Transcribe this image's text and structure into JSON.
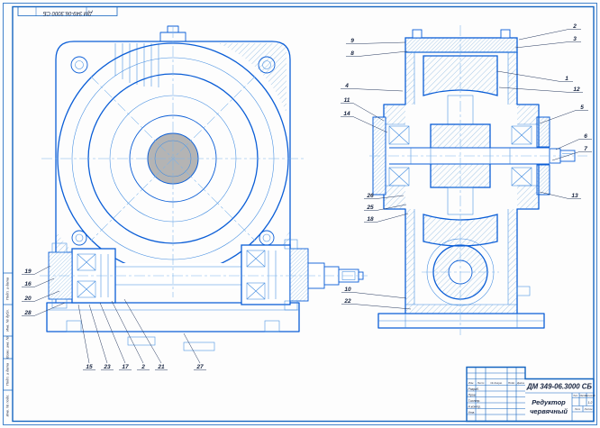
{
  "colors": {
    "frame": "#1565c0",
    "outline": "#0b5ed7",
    "thin_line": "#3e8ae0",
    "centerline": "#7ab3ea",
    "hatch": "#5b9bd5",
    "shaft_fill": "#b4b4b4",
    "text": "#16233f"
  },
  "corner_stamp": {
    "doc_number": "ДМ 349-06.3000 СБ"
  },
  "margin": {
    "labels": [
      "Инв. № подл.",
      "Подп. и дата",
      "Взам. инв. №",
      "Инв. № дубл.",
      "Подп. и дата"
    ]
  },
  "callouts": {
    "lv_left": [
      "19",
      "16",
      "20",
      "28"
    ],
    "lv_bottom": [
      "15",
      "23",
      "17",
      "2",
      "21",
      "27"
    ],
    "rv_left": [
      "9",
      "8",
      "4",
      "11",
      "14",
      "26",
      "25",
      "18",
      "10",
      "22"
    ],
    "rv_right": [
      "2",
      "3",
      "1",
      "12",
      "5",
      "6",
      "7",
      "13"
    ]
  },
  "title_block": {
    "doc_number": "ДМ 349-06.3000 СБ",
    "name_line1": "Редуктор",
    "name_line2": "червячный",
    "headers": {
      "izm": "Изм.",
      "list": "Лист",
      "doc": "№ докум.",
      "podp": "Подп.",
      "date": "Дата"
    },
    "rows": [
      "Разраб.",
      "Пров.",
      "Т.контр.",
      "Н.контр.",
      "Утв."
    ],
    "lit_label": "Лит.",
    "mass_label": "Масса",
    "scale_label": "Масштаб",
    "scale_value": "1:2",
    "sheet_label": "Лист",
    "sheets_label": "Листов"
  }
}
